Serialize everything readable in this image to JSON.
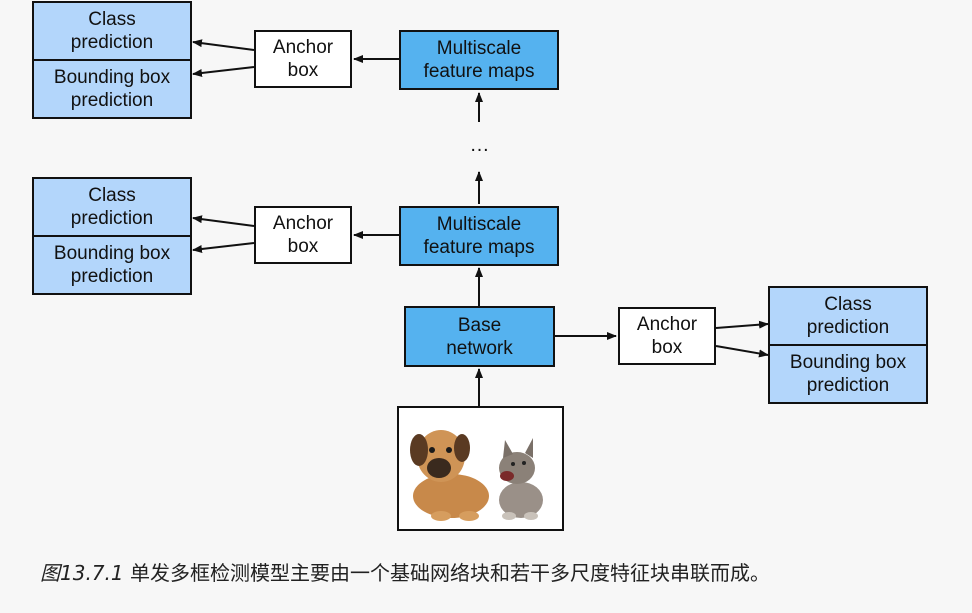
{
  "top": {
    "class_prediction": "Class\nprediction",
    "bbox_prediction": "Bounding box\nprediction",
    "anchor_box": "Anchor\nbox",
    "multiscale": "Multiscale\nfeature maps"
  },
  "middle": {
    "class_prediction": "Class\nprediction",
    "bbox_prediction": "Bounding box\nprediction",
    "anchor_box": "Anchor\nbox",
    "multiscale": "Multiscale\nfeature maps"
  },
  "base": {
    "base_network": "Base\nnetwork",
    "anchor_box": "Anchor\nbox",
    "class_prediction": "Class\nprediction",
    "bbox_prediction": "Bounding box\nprediction"
  },
  "ellipsis": "…",
  "caption": {
    "figure_number": "图13.7.1",
    "text": "单发多框检测模型主要由一个基础网络块和若干多尺度特征块串联而成。"
  },
  "colors": {
    "feature_blue": "#55b2ef",
    "prediction_blue": "#b3d6fb"
  }
}
